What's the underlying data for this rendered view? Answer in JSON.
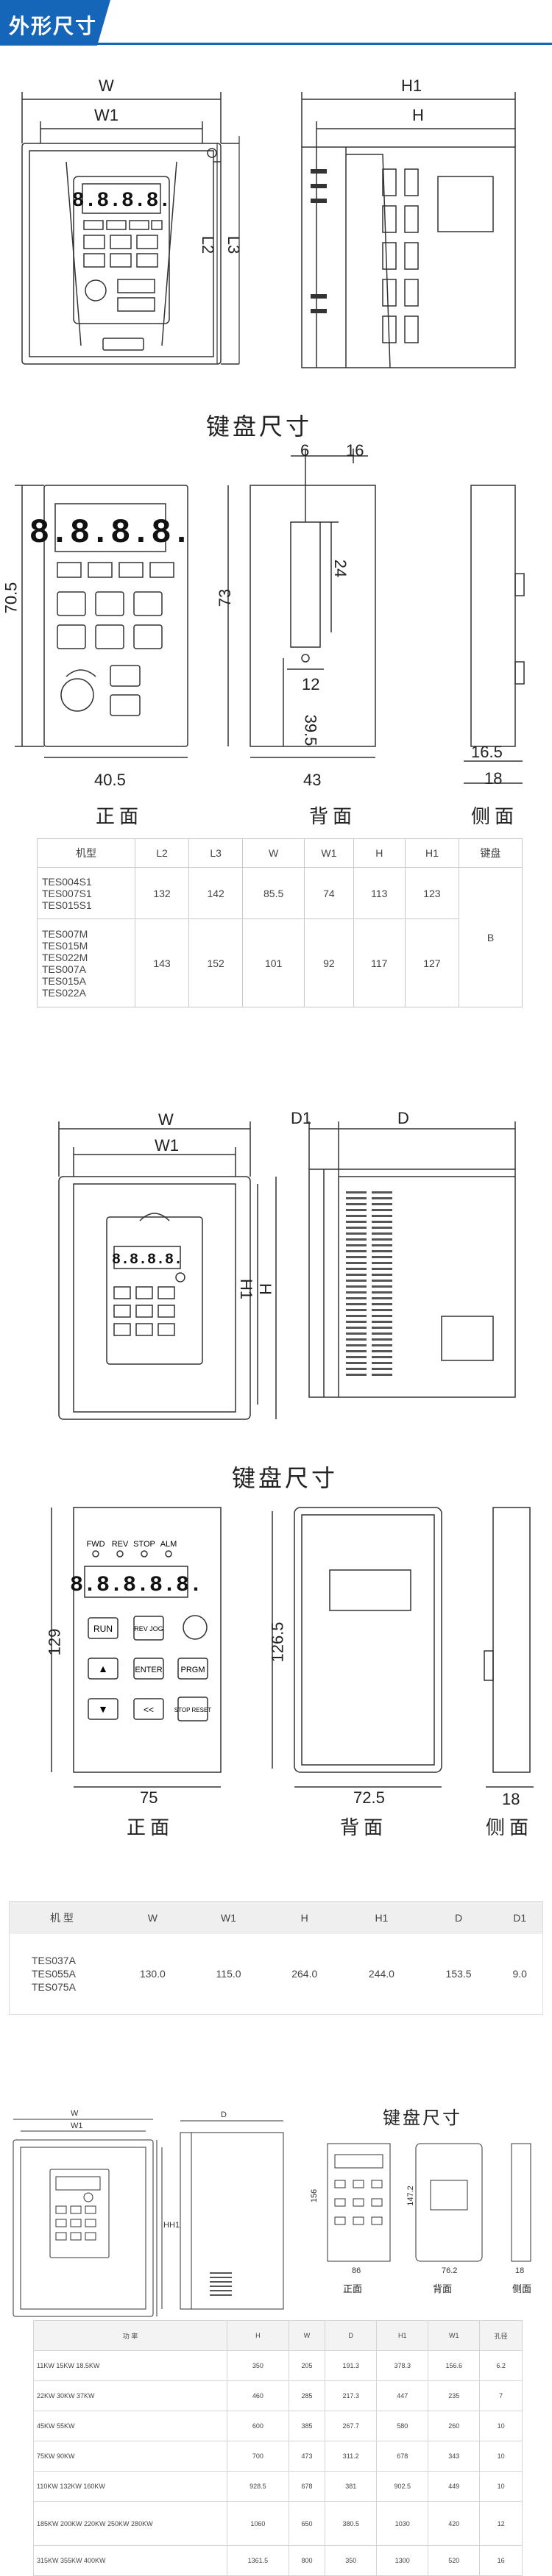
{
  "header": {
    "title": "外形尺寸",
    "color": "#1566b8"
  },
  "s1": {
    "W": "W",
    "W1": "W1",
    "L2": "L2",
    "L3": "L3",
    "H1": "H1",
    "H": "H",
    "display": "8.8.8.8."
  },
  "kb1": {
    "title": "键盘尺寸",
    "d705": "70.5",
    "d73": "73",
    "d405": "40.5",
    "d43": "43",
    "d6": "6",
    "d16": "16",
    "d24": "24",
    "d12": "12",
    "d395": "39.5",
    "d165": "16.5",
    "d18": "18",
    "front": "正面",
    "back": "背面",
    "side": "侧面"
  },
  "table1": {
    "headers": [
      "机型",
      "L2",
      "L3",
      "W",
      "W1",
      "H",
      "H1",
      "键盘"
    ],
    "rows": [
      {
        "model": [
          "TES004S1",
          "TES007S1",
          "TES015S1"
        ],
        "vals": [
          "132",
          "142",
          "85.5",
          "74",
          "113",
          "123"
        ]
      },
      {
        "model": [
          "TES007M",
          "TES015M",
          "TES022M",
          "TES007A",
          "TES015A",
          "TES022A"
        ],
        "vals": [
          "143",
          "152",
          "101",
          "92",
          "117",
          "127"
        ]
      }
    ],
    "keyboard": "B"
  },
  "s2": {
    "W": "W",
    "W1": "W1",
    "H": "H",
    "H1": "H1",
    "D1": "D1",
    "D": "D",
    "display": "8.8.8.8."
  },
  "kb2": {
    "title": "键盘尺寸",
    "leds": [
      "FWD",
      "REV",
      "STOP",
      "ALM"
    ],
    "display": "8.8.8.8.8.",
    "keys": [
      "RUN",
      "REV JOG",
      "ENTER",
      "PRGM",
      "<<",
      "STOP RESET"
    ],
    "d129": "129",
    "d1265": "126.5",
    "d75": "75",
    "d725": "72.5",
    "d18": "18",
    "front": "正面",
    "back": "背面",
    "side": "侧面"
  },
  "table2": {
    "headers": [
      "机  型",
      "W",
      "W1",
      "H",
      "H1",
      "D",
      "D1"
    ],
    "model": [
      "TES037A",
      "TES055A",
      "TES075A"
    ],
    "vals": [
      "130.0",
      "115.0",
      "264.0",
      "244.0",
      "153.5",
      "9.0"
    ]
  },
  "s3": {
    "W": "W",
    "W1": "W1",
    "D": "D",
    "H": "H",
    "H1": "H1",
    "kb_title": "键盘尺寸",
    "front": "正面",
    "back": "背面",
    "side": "侧面",
    "d86": "86",
    "d76": "76.2",
    "d18": "18",
    "dL": "156",
    "dL2": "147.2"
  },
  "table3": {
    "headers": [
      "功  率",
      "H",
      "W",
      "D",
      "H1",
      "W1",
      "孔径"
    ],
    "rows": [
      [
        "11KW  15KW  18.5KW",
        "350",
        "205",
        "191.3",
        "378.3",
        "156.6",
        "6.2"
      ],
      [
        "22KW  30KW  37KW",
        "460",
        "285",
        "217.3",
        "447",
        "235",
        "7"
      ],
      [
        "45KW  55KW",
        "600",
        "385",
        "267.7",
        "580",
        "260",
        "10"
      ],
      [
        "75KW  90KW",
        "700",
        "473",
        "311.2",
        "678",
        "343",
        "10"
      ],
      [
        "110KW  132KW  160KW",
        "928.5",
        "678",
        "381",
        "902.5",
        "449",
        "10"
      ],
      [
        "185KW  200KW  220KW  250KW  280KW",
        "1060",
        "650",
        "380.5",
        "1030",
        "420",
        "12"
      ],
      [
        "315KW  355KW  400KW",
        "1361.5",
        "800",
        "350",
        "1300",
        "520",
        "16"
      ]
    ]
  }
}
